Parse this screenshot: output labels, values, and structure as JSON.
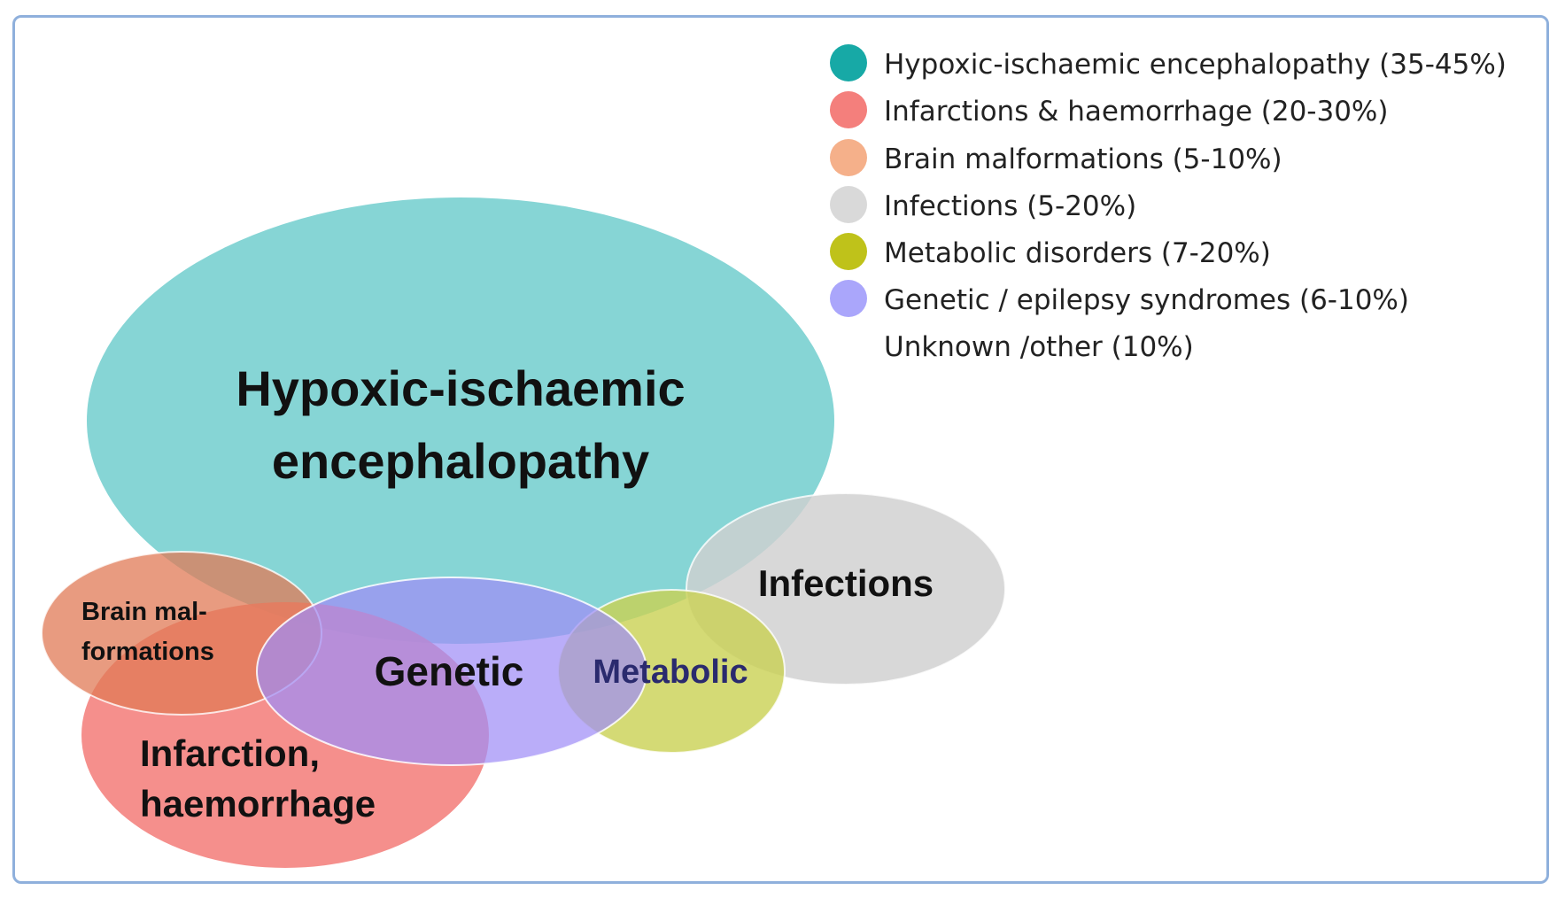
{
  "colors": {
    "frame_border": "#8fb0dc",
    "hypoxic": "#7fd3d3",
    "infarction": "#f47f7c",
    "brain_malformations": "#e8a07a",
    "infections": "#d3d3d3",
    "metabolic": "#c9d152",
    "genetic": "#a99afc"
  },
  "legend": {
    "items": [
      {
        "label": "Hypoxic-ischaemic encephalopathy (35-45%)",
        "color": "#17a9a6"
      },
      {
        "label": "Infarctions & haemorrhage (20-30%)",
        "color": "#f47f7c"
      },
      {
        "label": "Brain malformations (5-10%)",
        "color": "#f5b08a"
      },
      {
        "label": "Infections (5-20%)",
        "color": "#d9d9d9"
      },
      {
        "label": "Metabolic disorders (7-20%)",
        "color": "#bfc21a"
      },
      {
        "label": "Genetic / epilepsy syndromes (6-10%)",
        "color": "#aaa6fb"
      }
    ],
    "unknown_label": "Unknown /other (10%)"
  },
  "labels": {
    "hypoxic_line1": "Hypoxic-ischaemic",
    "hypoxic_line2": "encephalopathy",
    "infections": "Infections",
    "genetic": "Genetic",
    "metabolic": "Metabolic",
    "brain_line1": "Brain mal-",
    "brain_line2": "formations",
    "infarction_line1": "Infarction,",
    "infarction_line2": "haemorrhage"
  }
}
